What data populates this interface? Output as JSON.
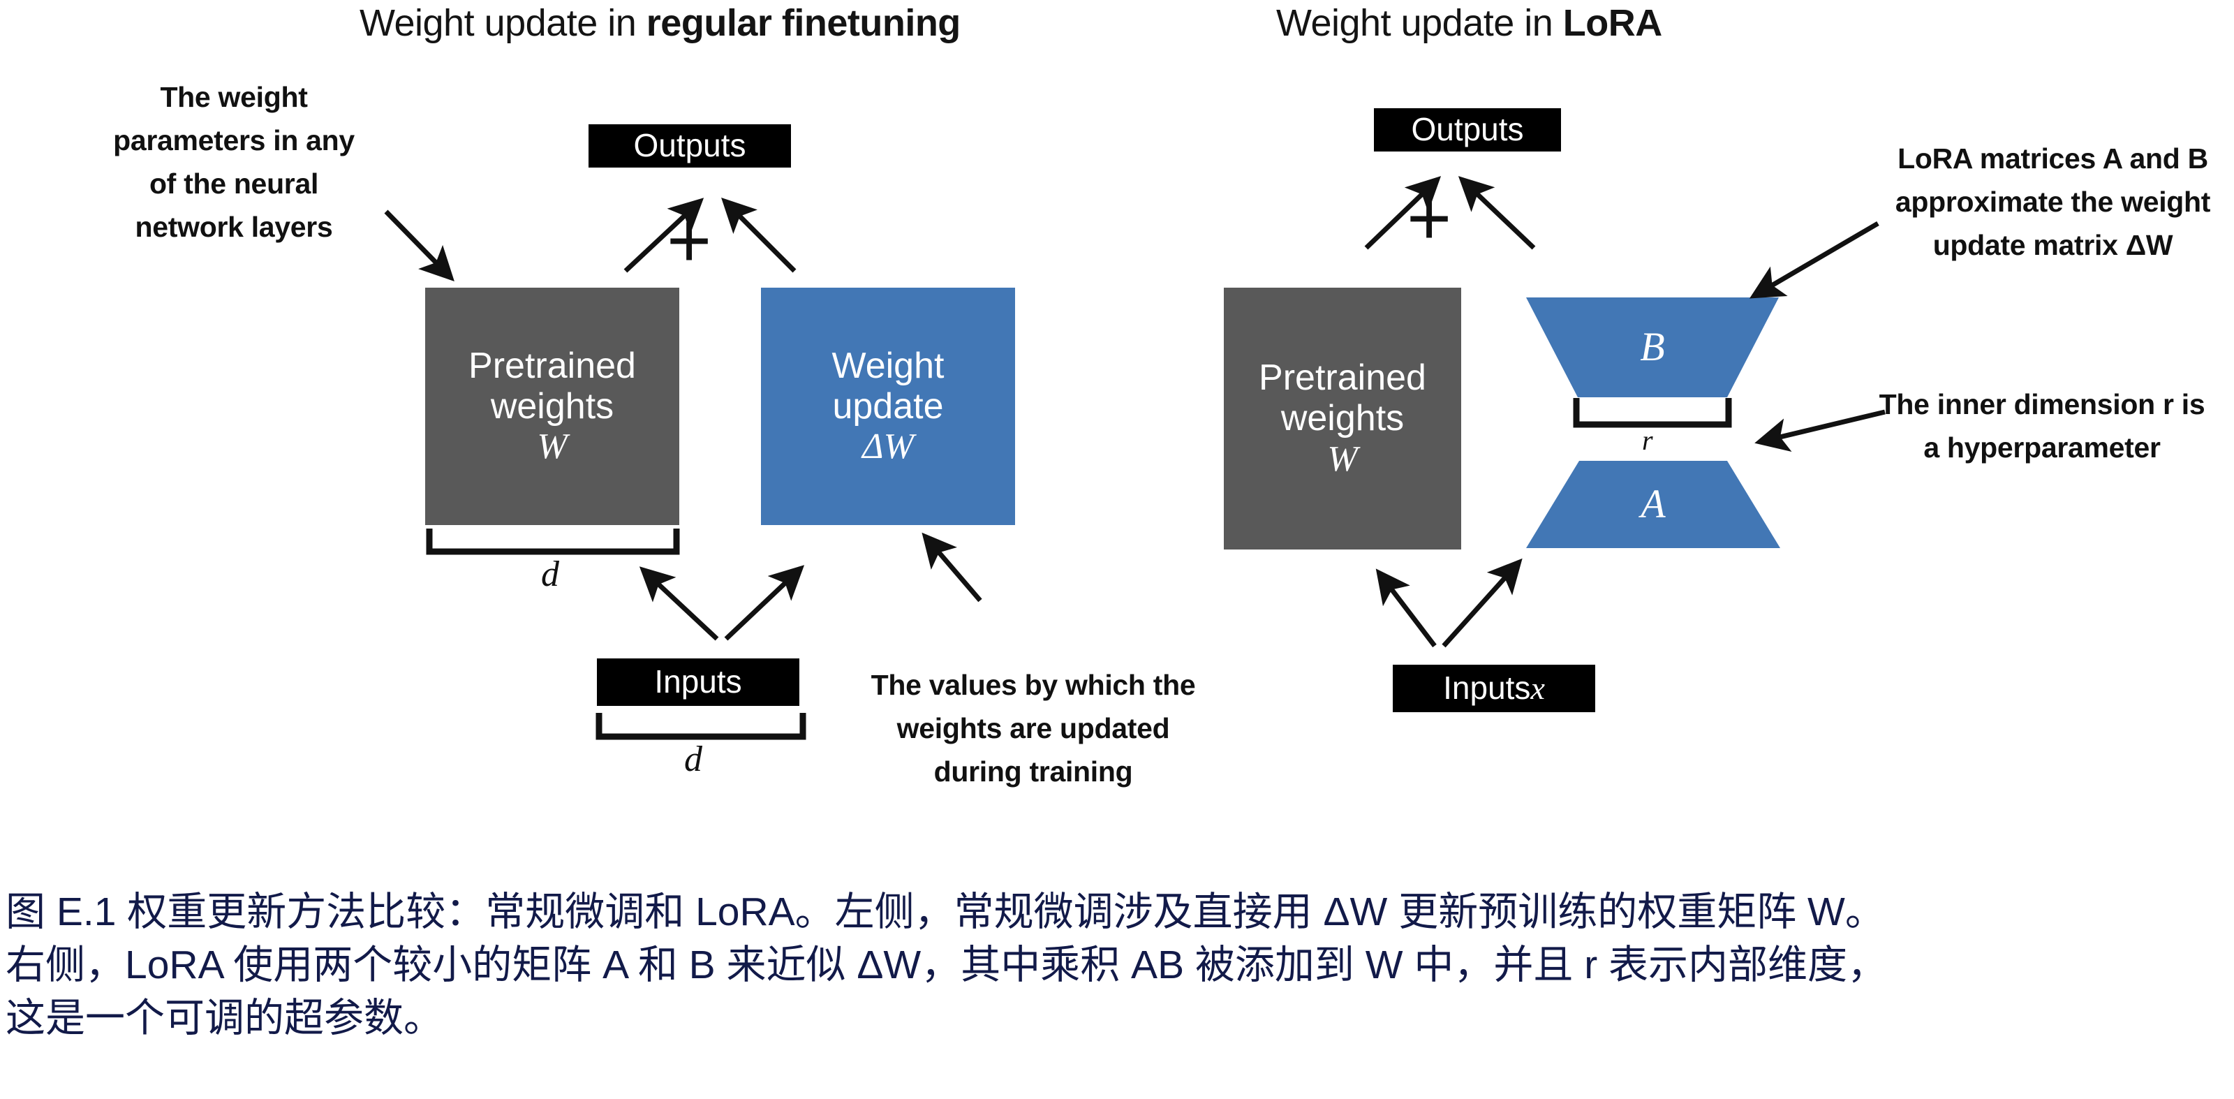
{
  "figure": {
    "panels": [
      {
        "id": "regular-finetuning",
        "title_prefix": "Weight update in ",
        "title_emphasis": "regular finetuning",
        "output_box_label": "Outputs",
        "input_box_label": "Inputs",
        "plus_symbol": "+",
        "boxes": [
          {
            "id": "pretrained-weights",
            "line1": "Pretrained",
            "line2": "weights",
            "symbol": "W",
            "color": "#595959"
          },
          {
            "id": "weight-update",
            "line1": "Weight",
            "line2": "update",
            "symbol": "ΔW",
            "color": "#4277b5"
          }
        ],
        "dimension_labels": [
          {
            "id": "d-weights",
            "text": "d"
          },
          {
            "id": "d-inputs",
            "text": "d"
          }
        ],
        "callouts": [
          {
            "id": "weight-params-note",
            "lines": [
              "The weight",
              "parameters in any",
              "of the neural",
              "network layers"
            ]
          },
          {
            "id": "values-updated-note",
            "lines": [
              "The values by which the",
              "weights are updated",
              "during training"
            ]
          }
        ]
      },
      {
        "id": "lora",
        "title_prefix": "Weight update in ",
        "title_emphasis": "LoRA",
        "output_box_label": "Outputs",
        "input_box_label_text": "Inputs ",
        "input_box_label_symbol": "x",
        "plus_symbol": "+",
        "boxes": [
          {
            "id": "pretrained-weights",
            "line1": "Pretrained",
            "line2": "weights",
            "symbol": "W",
            "color": "#595959"
          },
          {
            "id": "lora-matrix-b",
            "symbol": "B",
            "color": "#4277b5",
            "shape": "trapezoid-down"
          },
          {
            "id": "lora-matrix-a",
            "symbol": "A",
            "color": "#4277b5",
            "shape": "trapezoid-up"
          }
        ],
        "dimension_labels": [
          {
            "id": "r-inner-dim",
            "text": "r"
          }
        ],
        "callouts": [
          {
            "id": "lora-matrices-note",
            "lines": [
              "LoRA matrices A and B",
              "approximate the weight",
              "update matrix ΔW"
            ]
          },
          {
            "id": "inner-dimension-note",
            "lines": [
              "The inner dimension r is",
              "a hyperparameter"
            ]
          }
        ]
      }
    ]
  },
  "caption": {
    "text": "图 E.1 权重更新方法比较：常规微调和 LoRA。左侧，常规微调涉及直接用 ΔW 更新预训练的权重矩阵 W。\n右侧，LoRA 使用两个较小的矩阵 A 和 B 来近似 ΔW，其中乘积 AB 被添加到 W 中，并且 r 表示内部维度，\n这是一个可调的超参数。",
    "color": "#121a49"
  },
  "colors": {
    "gray_box": "#595959",
    "blue_box": "#4277b5",
    "black_box": "#000000",
    "caption_navy": "#121a49",
    "background": "#ffffff"
  }
}
